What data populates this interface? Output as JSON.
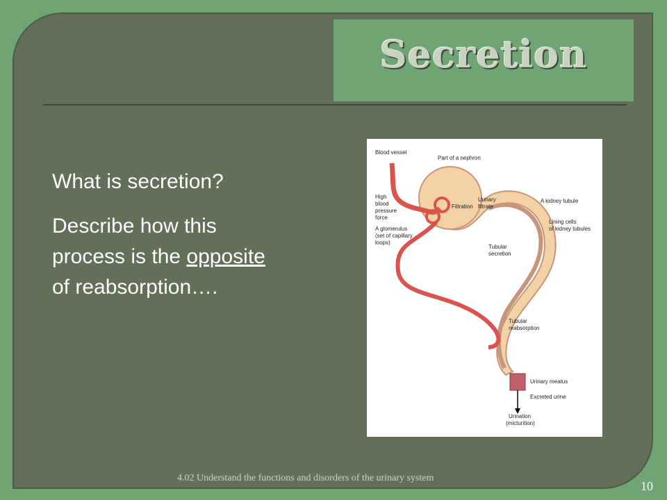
{
  "slide": {
    "title": "Secretion",
    "body": {
      "question": "What is secretion?",
      "describe_line1": "Describe how this",
      "describe_line2_prefix": "process is the ",
      "describe_line2_underlined": "opposite",
      "describe_line3": "of reabsorption…."
    },
    "footer": "4.02 Understand the functions and disorders of the urinary system",
    "page_number": "10"
  },
  "figure": {
    "labels": {
      "blood_vessel": "Blood vessel",
      "part_of_nephron": "Part of a nephron",
      "high_bp_1": "High",
      "high_bp_2": "blood",
      "high_bp_3": "pressure",
      "high_bp_4": "force",
      "filtration": "Filtration",
      "urinary_filtrate_1": "Urinary",
      "urinary_filtrate_2": "filtrate",
      "kidney_tubule": "A kidney tubule",
      "glomerulus_1": "A glomerulus",
      "glomerulus_2": "(set of capillary",
      "glomerulus_3": "loops)",
      "lining_1": "Lining cells",
      "lining_2": "of kidney tubules",
      "tubular_secretion_1": "Tubular",
      "tubular_secretion_2": "secretion",
      "tubular_reabsorption_1": "Tubular",
      "tubular_reabsorption_2": "reabsorption",
      "urinary_meatus": "Urinary meatus",
      "excreted_urine": "Excreted urine",
      "urination_1": "Urination",
      "urination_2": "(micturition)"
    },
    "colors": {
      "vessel": "#d9534f",
      "tubule": "#f3d2a6",
      "tubule_inner": "#c9957a",
      "background": "#ffffff"
    }
  }
}
